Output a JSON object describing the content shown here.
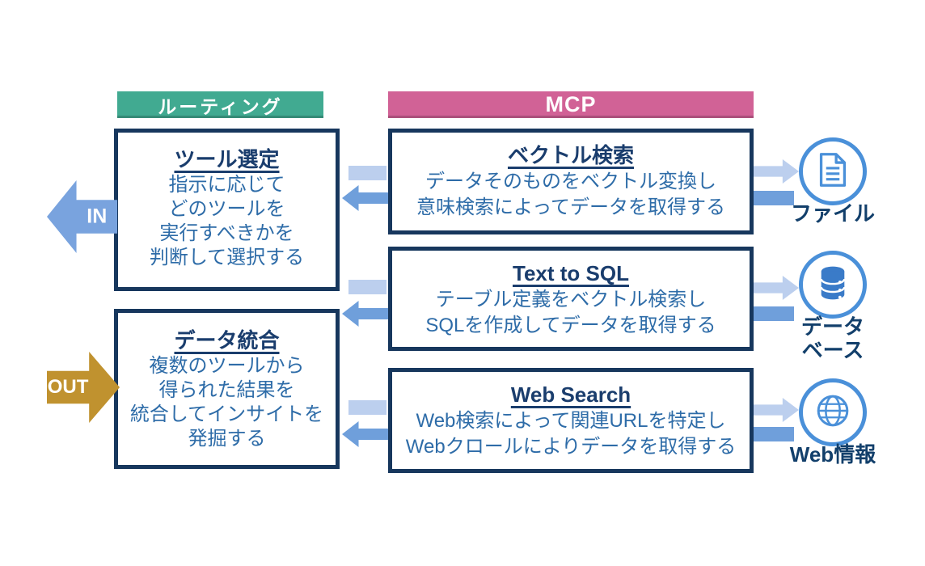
{
  "diagram": {
    "routing_header": "ルーティング",
    "mcp_header": "MCP",
    "in_label": "IN",
    "out_label": "OUT",
    "left_boxes": [
      {
        "title": "ツール選定",
        "lines": [
          "指示に応じて",
          "どのツールを",
          "実行すべきかを",
          "判断して選択する"
        ]
      },
      {
        "title": "データ統合",
        "lines": [
          "複数のツールから",
          "得られた結果を",
          "統合してインサイトを",
          "発掘する"
        ]
      }
    ],
    "mcp_boxes": [
      {
        "title": "ベクトル検索",
        "lines": [
          "データそのものをベクトル変換し",
          "意味検索によってデータを取得する"
        ]
      },
      {
        "title": "Text to SQL",
        "lines": [
          "テーブル定義をベクトル検索し",
          "SQLを作成してデータを取得する"
        ]
      },
      {
        "title": "Web Search",
        "lines": [
          "Web検索によって関連URLを特定し",
          "Webクロールによりデータを取得する"
        ]
      }
    ],
    "sources": [
      {
        "icon": "file-icon",
        "label_lines": [
          "ファイル"
        ]
      },
      {
        "icon": "database-icon",
        "label_lines": [
          "データ",
          "ベース"
        ]
      },
      {
        "icon": "globe-icon",
        "label_lines": [
          "Web情報"
        ]
      }
    ],
    "colors": {
      "routing_green": "#41AA91",
      "mcp_pink": "#D16296",
      "navy_border": "#17375D",
      "title_navy": "#1A3D6D",
      "body_blue": "#2E6CA8",
      "arrow_light": "#BCCFEE",
      "arrow_medium": "#6F9FDB",
      "in_blue": "#79A3DE",
      "out_gold": "#C0922F",
      "icon_blue": "#4A90D9"
    }
  }
}
